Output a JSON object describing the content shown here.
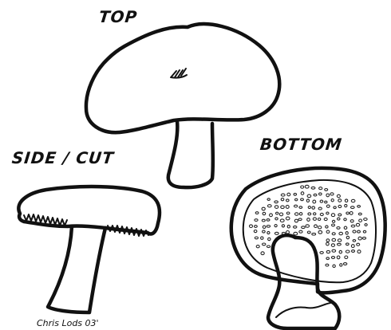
{
  "labels": {
    "top": "TOP",
    "side_cut": "SIDE / CUT",
    "bottom": "BOTTOM",
    "credit": "Chris Lods 03'"
  },
  "colors": {
    "ink": "#111111",
    "paper": "#ffffff"
  }
}
